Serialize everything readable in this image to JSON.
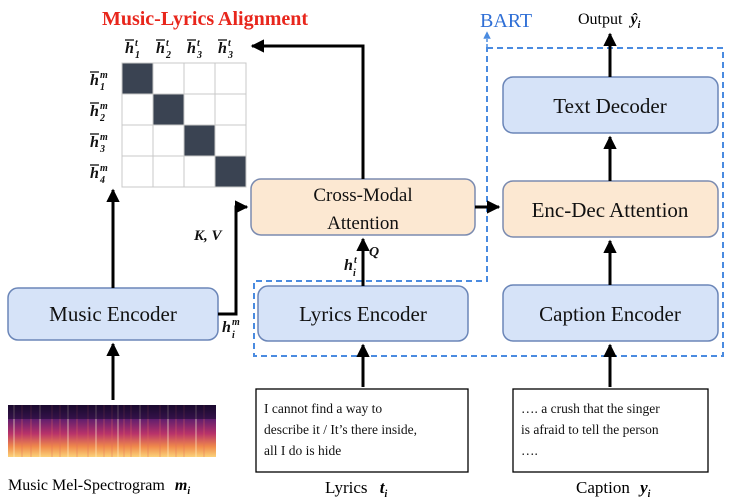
{
  "title": "Music-Lyrics Alignment",
  "bart_label": "BART",
  "output_label": "Output",
  "output_symbol": "ŷ",
  "output_sub": "i",
  "nodes": {
    "text_decoder": "Text Decoder",
    "enc_dec_attention": "Enc-Dec Attention",
    "cross_modal_line1": "Cross-Modal",
    "cross_modal_line2": "Attention",
    "music_encoder": "Music Encoder",
    "lyrics_encoder": "Lyrics Encoder",
    "caption_encoder": "Caption Encoder"
  },
  "matrix": {
    "col_headers": [
      {
        "base": "h",
        "sub": "1",
        "sup": "t"
      },
      {
        "base": "h",
        "sub": "2",
        "sup": "t"
      },
      {
        "base": "h",
        "sub": "3",
        "sup": "t"
      },
      {
        "base": "h",
        "sub": "3",
        "sup": "t"
      }
    ],
    "row_headers": [
      {
        "base": "h",
        "sub": "1",
        "sup": "m"
      },
      {
        "base": "h",
        "sub": "2",
        "sup": "m"
      },
      {
        "base": "h",
        "sub": "3",
        "sup": "m"
      },
      {
        "base": "h",
        "sub": "4",
        "sup": "m"
      }
    ],
    "filled_cells": [
      [
        0,
        0
      ],
      [
        1,
        1
      ],
      [
        2,
        2
      ],
      [
        3,
        3
      ]
    ],
    "fill_color": "#3a4352"
  },
  "edge_labels": {
    "kv": "K, V",
    "q": "Q",
    "hit": {
      "base": "h",
      "sub": "i",
      "sup": "t"
    },
    "him": {
      "base": "h",
      "sub": "i",
      "sup": "m"
    }
  },
  "lyrics_text": [
    "I cannot find a way to",
    "describe it / It’s there inside,",
    "all I do is hide"
  ],
  "caption_text": [
    "…. a crush that the singer",
    "is afraid to tell the person",
    "…."
  ],
  "bottom_labels": {
    "music": "Music Mel-Spectrogram",
    "music_sym": "m",
    "music_sub": "i",
    "lyrics": "Lyrics",
    "lyrics_sym": "t",
    "lyrics_sub": "i",
    "caption": "Caption",
    "caption_sym": "y",
    "caption_sub": "i"
  },
  "colors": {
    "title": "#e8261c",
    "bart": "#2f6fd6",
    "dashed_border": "#4a8be0",
    "encoder_fill": "#d6e3f8",
    "encoder_stroke": "#6b86b8",
    "attention_fill": "#fce8d2",
    "attention_stroke": "#7b8bb0"
  }
}
